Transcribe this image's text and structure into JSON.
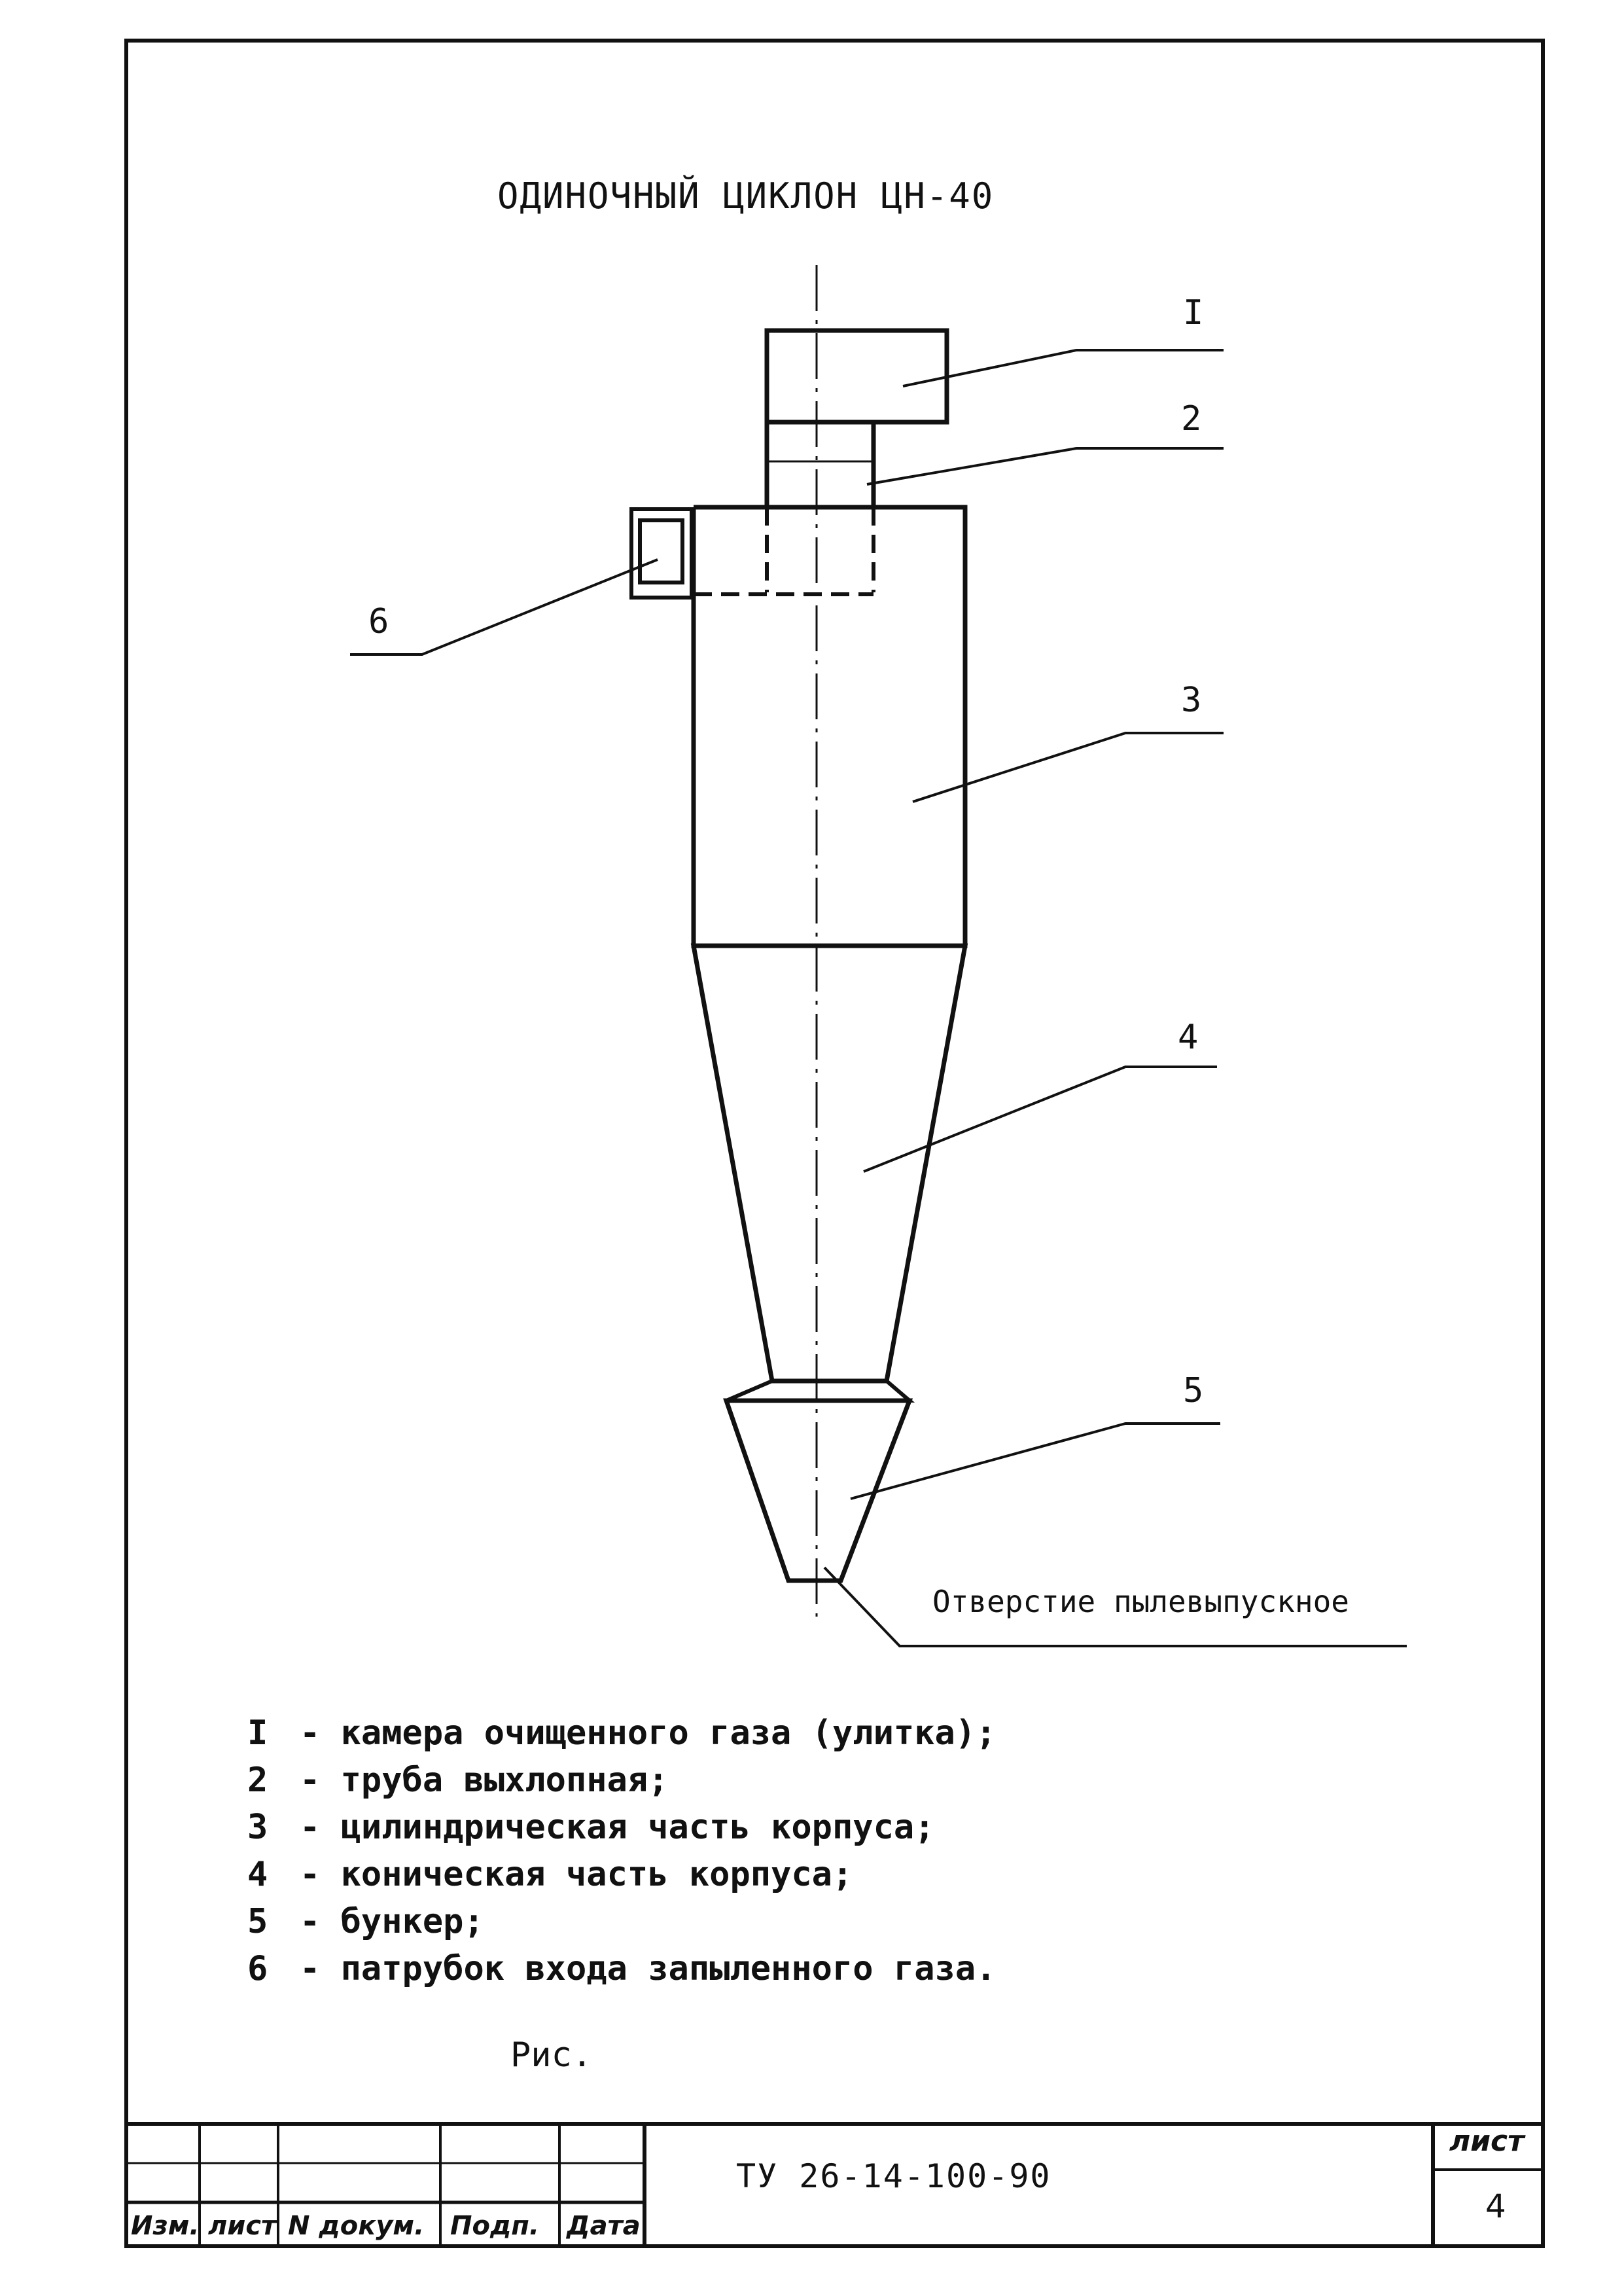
{
  "drawing": {
    "title": "ОДИНОЧНЫЙ ЦИКЛОН ЦН-40",
    "callouts": [
      "I",
      "2",
      "3",
      "4",
      "5",
      "6"
    ],
    "outlet_note": "Отверстие пылевыпускное"
  },
  "legend": [
    {
      "num": "I",
      "text": "- камера очищенного газа (улитка);"
    },
    {
      "num": "2",
      "text": "- труба выхлопная;"
    },
    {
      "num": "3",
      "text": "- цилиндрическая часть корпуса;"
    },
    {
      "num": "4",
      "text": "- коническая часть корпуса;"
    },
    {
      "num": "5",
      "text": "- бункер;"
    },
    {
      "num": "6",
      "text": "- патрубок входа запыленного газа."
    }
  ],
  "caption": "Рис.",
  "title_block": {
    "doc_code": "ТУ 26-14-100-90",
    "sheet_label": "лист",
    "sheet_number": "4",
    "columns": [
      "Изм.",
      "лист",
      "N докум.",
      "Подп.",
      "Дата"
    ]
  }
}
